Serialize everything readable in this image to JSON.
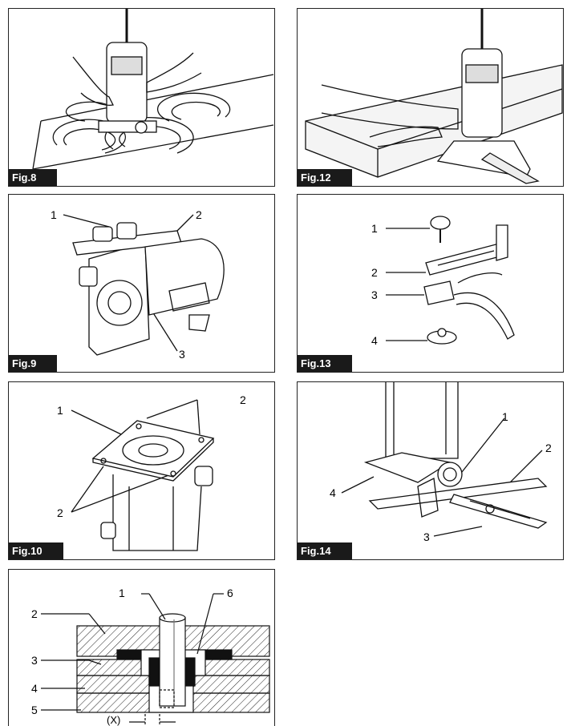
{
  "figures": {
    "fig8": {
      "label": "Fig.8"
    },
    "fig12": {
      "label": "Fig.12"
    },
    "fig9": {
      "label": "Fig.9",
      "callouts": [
        "1",
        "2",
        "3"
      ]
    },
    "fig13": {
      "label": "Fig.13",
      "callouts": [
        "1",
        "2",
        "3",
        "4"
      ]
    },
    "fig10": {
      "label": "Fig.10",
      "callouts": [
        "1",
        "2",
        "2"
      ]
    },
    "fig14": {
      "label": "Fig.14",
      "callouts": [
        "1",
        "2",
        "3",
        "4"
      ]
    },
    "fig15": {
      "callouts": [
        "1",
        "2",
        "3",
        "4",
        "5",
        "6"
      ],
      "dimension": "(X)"
    }
  }
}
